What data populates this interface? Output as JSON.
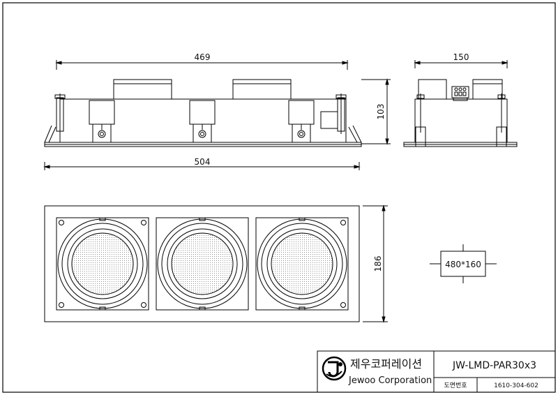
{
  "dimensions": {
    "top_width": "469",
    "side_width": "150",
    "height": "103",
    "total_width": "504",
    "front_height": "186",
    "cutout": "480*160"
  },
  "title_block": {
    "company_ko": "제우코퍼레이션",
    "company_en": "Jewoo Corporation",
    "model": "JW-LMD-PAR30x3",
    "drawing_no_label": "도면번호",
    "drawing_no": "1610-304-602"
  },
  "logo": {
    "icon": "jewoo-logo-icon"
  }
}
